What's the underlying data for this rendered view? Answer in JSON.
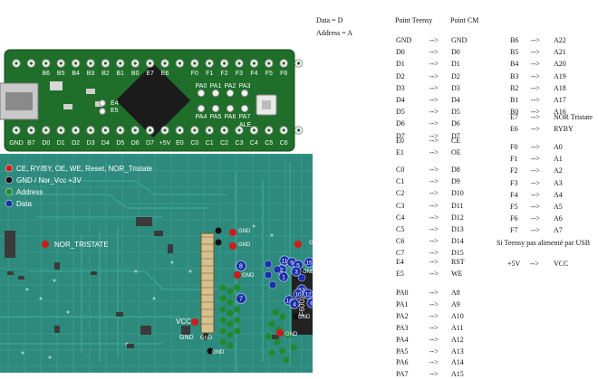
{
  "legend_header": {
    "data_eq": "Data = D",
    "address_eq": "Address = A"
  },
  "columns": {
    "teensy": "Point Teensy",
    "cm": "Point CM"
  },
  "arrow": "-->",
  "left_mapping": [
    {
      "a": "GND",
      "b": "GND"
    },
    {
      "a": "D0",
      "b": "D0"
    },
    {
      "a": "D1",
      "b": "D1"
    },
    {
      "a": "D2",
      "b": "D2"
    },
    {
      "a": "D3",
      "b": "D3"
    },
    {
      "a": "D4",
      "b": "D4"
    },
    {
      "a": "D5",
      "b": "D5"
    },
    {
      "a": "D6",
      "b": "D6"
    },
    {
      "a": "D7",
      "b": "D7"
    },
    {
      "a": "E0",
      "b": "CE"
    },
    {
      "a": "E1",
      "b": "OE"
    },
    {
      "a": "C0",
      "b": "D8"
    },
    {
      "a": "C1",
      "b": "D9"
    },
    {
      "a": "C2",
      "b": "D10"
    },
    {
      "a": "C3",
      "b": "D11"
    },
    {
      "a": "C4",
      "b": "D12"
    },
    {
      "a": "C5",
      "b": "D13"
    },
    {
      "a": "C6",
      "b": "D14"
    },
    {
      "a": "C7",
      "b": "D15"
    },
    {
      "a": "E4",
      "b": "RST"
    },
    {
      "a": "E5",
      "b": "WE"
    },
    {
      "a": "PA0",
      "b": "A8"
    },
    {
      "a": "PA1",
      "b": "A9"
    },
    {
      "a": "PA2",
      "b": "A10"
    },
    {
      "a": "PA3",
      "b": "A11"
    },
    {
      "a": "PA4",
      "b": "A12"
    },
    {
      "a": "PA5",
      "b": "A13"
    },
    {
      "a": "PA6",
      "b": "A14"
    },
    {
      "a": "PA7",
      "b": "A15"
    }
  ],
  "right_mapping": [
    {
      "a": "B6",
      "b": "A22"
    },
    {
      "a": "B5",
      "b": "A21"
    },
    {
      "a": "B4",
      "b": "A20"
    },
    {
      "a": "B3",
      "b": "A19"
    },
    {
      "a": "B2",
      "b": "A18"
    },
    {
      "a": "B1",
      "b": "A17"
    },
    {
      "a": "B0",
      "b": "A16"
    },
    {
      "a": "E7",
      "b": "NOR Tristate"
    },
    {
      "a": "E6",
      "b": "RYBY"
    },
    {
      "a": "F0",
      "b": "A0"
    },
    {
      "a": "F1",
      "b": "A1"
    },
    {
      "a": "F2",
      "b": "A2"
    },
    {
      "a": "F3",
      "b": "A3"
    },
    {
      "a": "F4",
      "b": "A4"
    },
    {
      "a": "F5",
      "b": "A5"
    },
    {
      "a": "F6",
      "b": "A6"
    },
    {
      "a": "F7",
      "b": "A7"
    }
  ],
  "usb_note": "Si Teensy pas alimenté par USB",
  "power_row": {
    "a": "+5V",
    "b": "VCC"
  },
  "teensy_board": {
    "top_pins": [
      "B6",
      "B5",
      "B4",
      "B3",
      "B2",
      "B1",
      "B0",
      "E7",
      "E6",
      "",
      "F0",
      "F1",
      "F2",
      "F3",
      "F4",
      "F5",
      "F6",
      "F7"
    ],
    "bottom_pins": [
      "GND",
      "B7",
      "D0",
      "D1",
      "D2",
      "D3",
      "D4",
      "D5",
      "D6",
      "D7",
      "+5V",
      "E0",
      "C0",
      "C1",
      "C2",
      "C3",
      "C4",
      "C5",
      "C6",
      "C7"
    ],
    "inner_top_labels": [
      "PA0",
      "PA1",
      "PA2",
      "PA3"
    ],
    "inner_bottom_labels": [
      "PA4",
      "PA5",
      "PA6",
      "PA7"
    ],
    "side_labels": [
      "E4",
      "E5",
      "ALE"
    ]
  },
  "pcb_legend": [
    {
      "label": "CE, RY/BY, OE, WE, Reset, NOR_Tristate",
      "color": "#d11a1a"
    },
    {
      "label": "GND / Nor_Vcc +3V",
      "color": "#111111"
    },
    {
      "label": "Address",
      "color": "#1f8a2e"
    },
    {
      "label": "Data",
      "color": "#1a2fa8"
    }
  ],
  "pcb_labels": {
    "nor_tristate": "NOR_TRISTATE",
    "gnd": "GND",
    "vcc": "VCC",
    "chip_marking": "F6002"
  },
  "data_pads_left": [
    "8",
    "7"
  ],
  "data_pads_cluster": [
    "11",
    "9",
    "5",
    "15",
    "2",
    "1",
    "3",
    "13",
    "10",
    "14",
    "4",
    "12",
    "6"
  ]
}
